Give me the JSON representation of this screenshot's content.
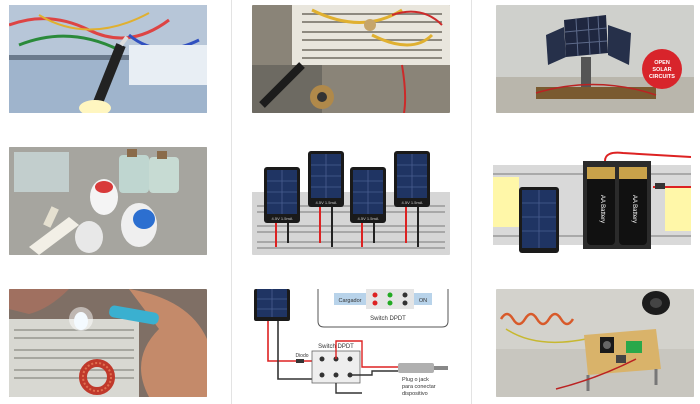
{
  "gallery": {
    "items": [
      {
        "alt": "Soldering iron tip over breadboard"
      },
      {
        "alt": "Breadboard with potentiometer and wires"
      },
      {
        "alt": "Solar panels on a small tracker",
        "badge_text": "OPEN SOLAR CIRCUITS"
      },
      {
        "alt": "Bottles of chemicals and test strips"
      },
      {
        "alt": "Four solar panels on a breadboard",
        "panel_labels": [
          "4.5V 1.5mA",
          "4.5V 1.5mA",
          "4.5V 1.5mA",
          "4.5V 1.5mA"
        ]
      },
      {
        "alt": "Breadboard with AA battery and solar panel",
        "battery_labels": [
          "AA Battery",
          "AA Battery"
        ]
      },
      {
        "alt": "Hand holding LED on breadboard with toroid coil"
      },
      {
        "alt": "DPDT switch wiring diagram",
        "labels": {
          "cargador": "Cargador",
          "on": "ON",
          "switch_top": "Switch DPDT",
          "switch_mid": "Switch DPDT",
          "diodo": "Diodo",
          "plug_1": "Plug o jack",
          "plug_2": "para conectar",
          "plug_3": "dispositivo"
        }
      },
      {
        "alt": "Perfboard circuit with coiled wires and speaker"
      }
    ]
  },
  "colors": {
    "divider": "#e3e3e3",
    "background": "#ffffff"
  }
}
